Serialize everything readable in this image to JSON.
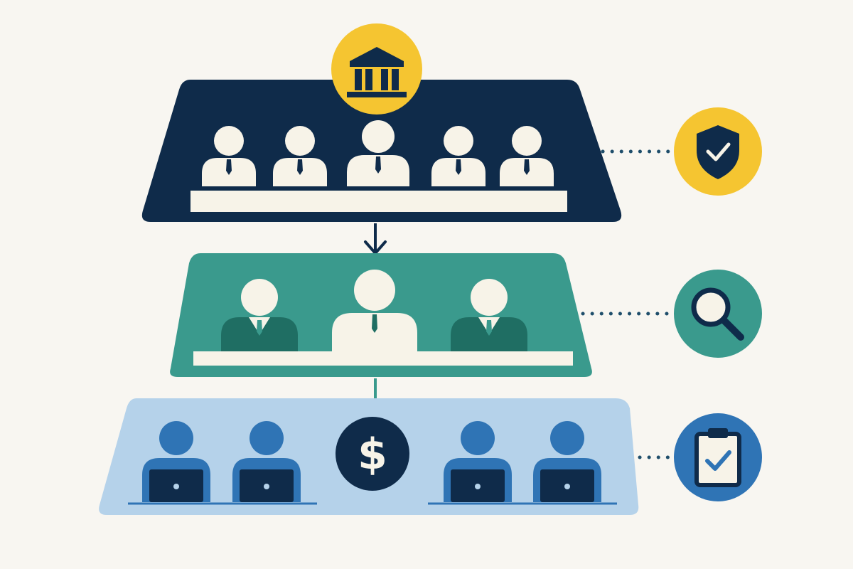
{
  "colors": {
    "background": "#f8f6f1",
    "navy": "#0f2b4a",
    "teal": "#3a9a8d",
    "teal_dark": "#1f6e63",
    "light_blue": "#b5d2ea",
    "blue": "#2f74b5",
    "yellow": "#f5c531",
    "cream": "#f7f3e8",
    "dotted_line": "#1f4e6b"
  },
  "diagram": {
    "tiers": [
      {
        "id": "board-tier",
        "people_count": 5,
        "top_icon": "bank-icon",
        "side_icon": "shield-check-icon"
      },
      {
        "id": "committee-tier",
        "people_count": 3,
        "side_icon": "magnifier-icon"
      },
      {
        "id": "staff-tier",
        "people_count": 4,
        "center_icon": "dollar-icon",
        "side_icon": "clipboard-check-icon"
      }
    ],
    "dollar_symbol": "$"
  }
}
